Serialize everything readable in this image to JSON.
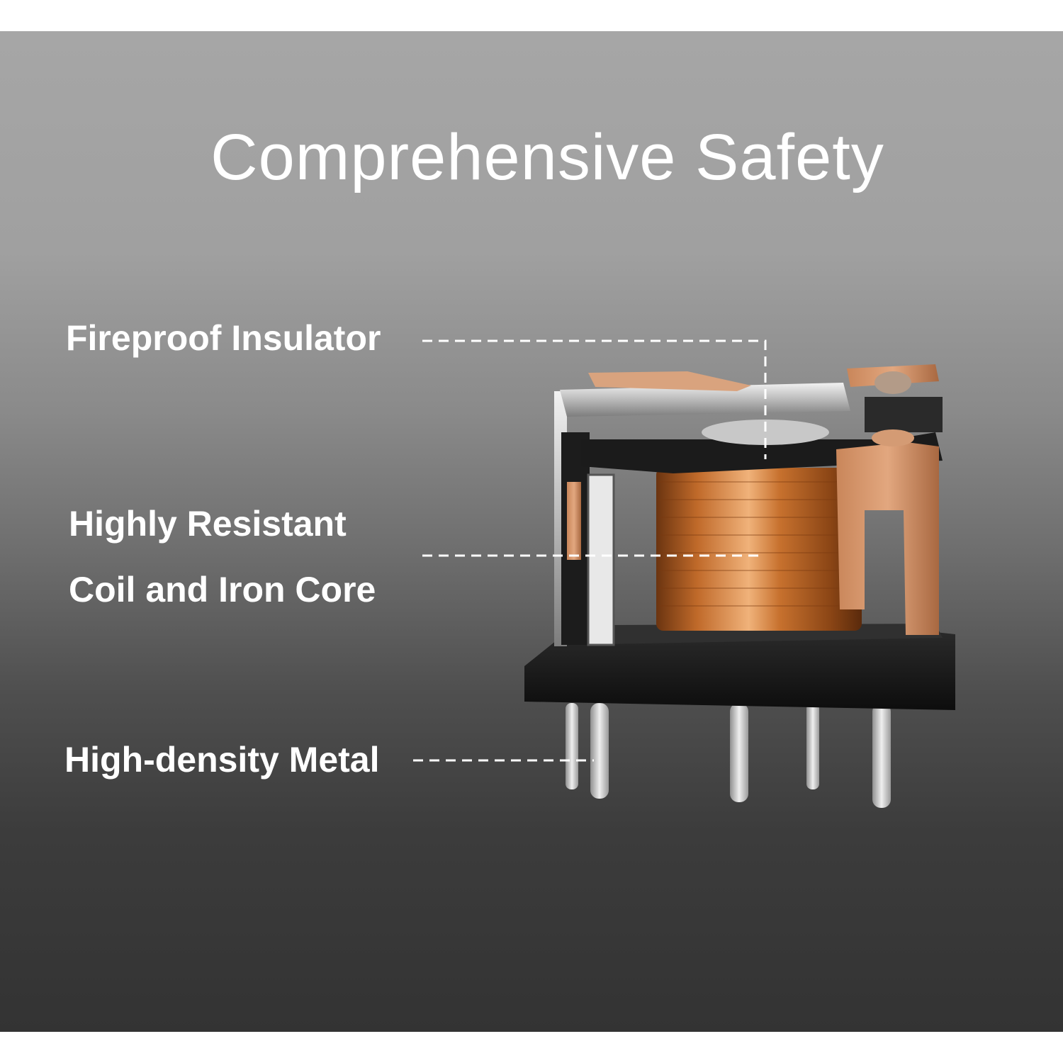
{
  "title": "Comprehensive Safety",
  "labels": {
    "insulator": "Fireproof Insulator",
    "coil_line1": "Highly Resistant",
    "coil_line2": "Coil and Iron Core",
    "metal": "High-density Metal"
  },
  "colors": {
    "text": "#ffffff",
    "copper": "#c4742f",
    "leader": "#ffffff"
  }
}
